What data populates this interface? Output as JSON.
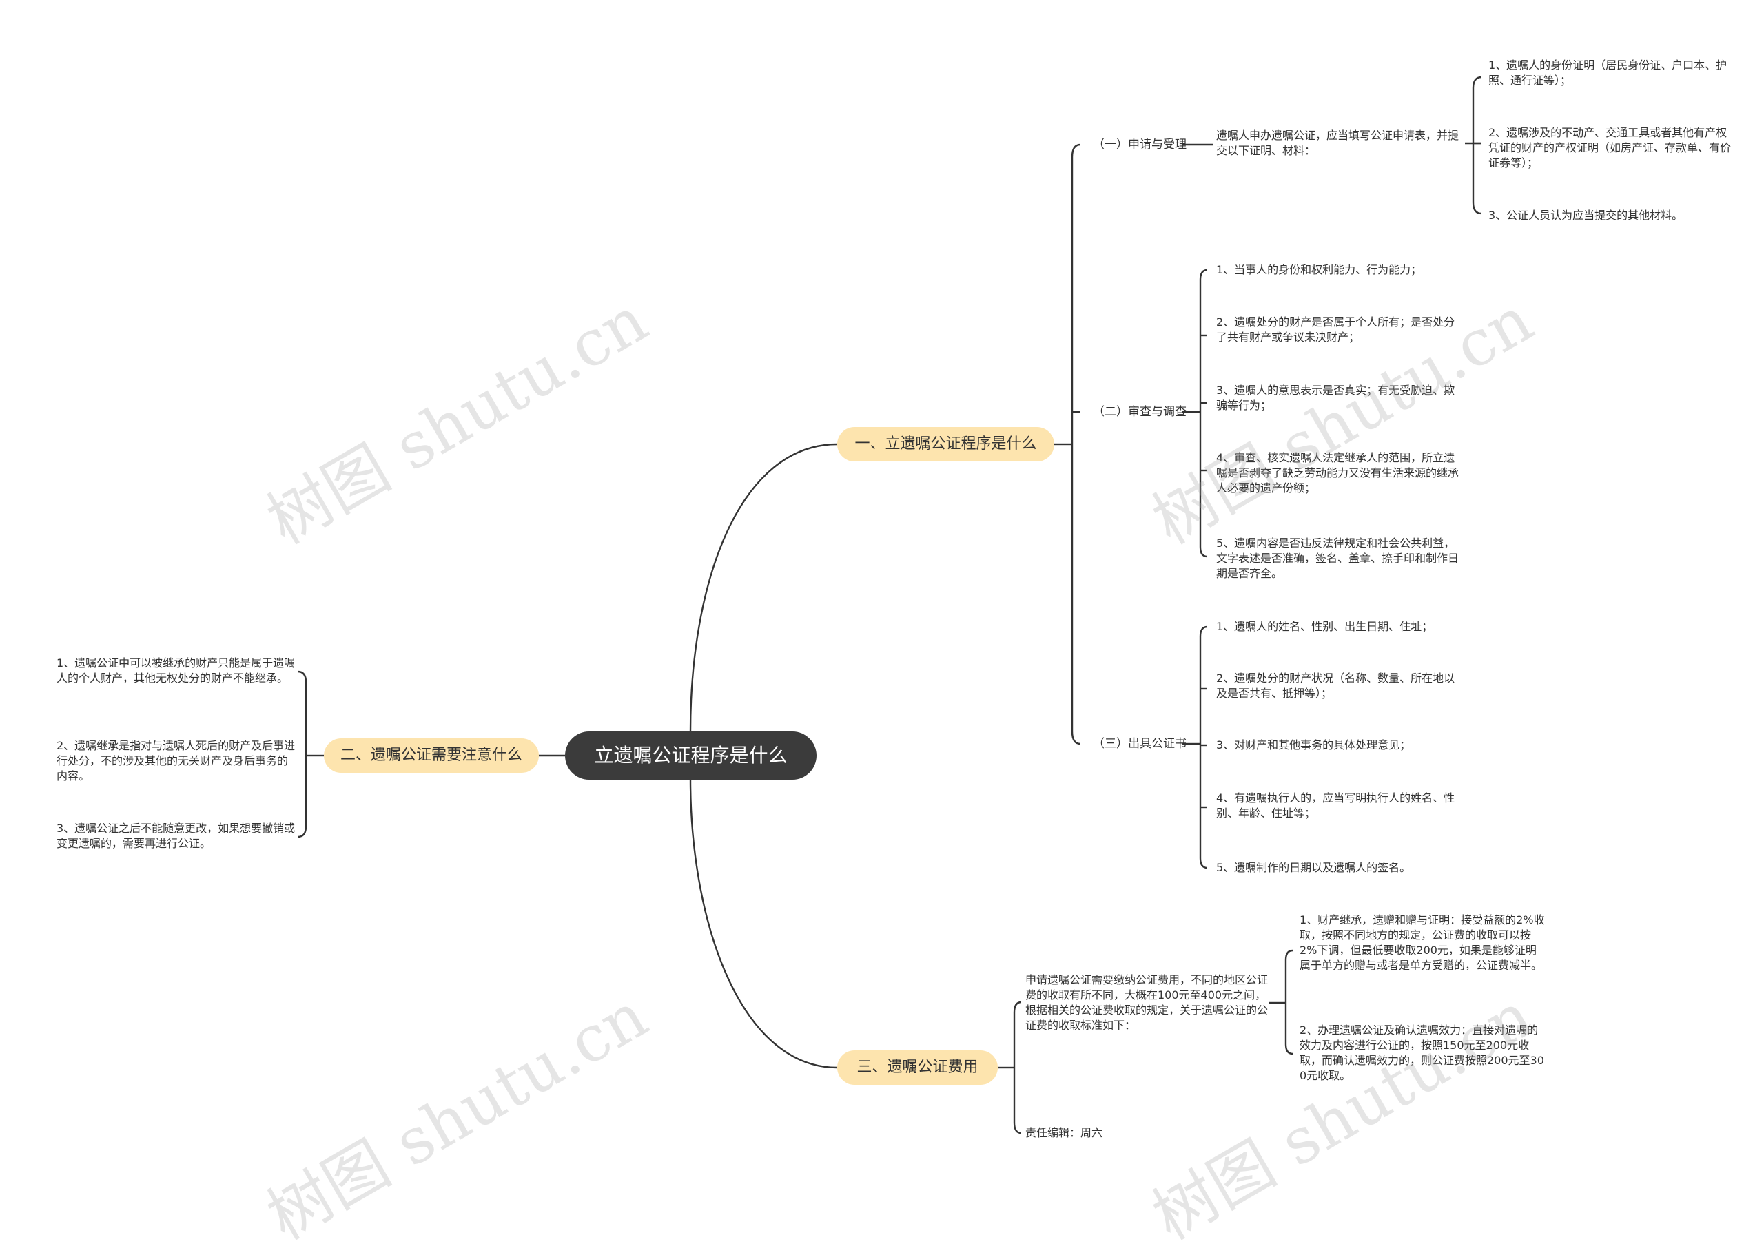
{
  "root": "立遗嘱公证程序是什么",
  "branch1": {
    "label": "一、立遗嘱公证程序是什么",
    "s1": {
      "label": "（一）申请与受理",
      "desc": "遗嘱人申办遗嘱公证，应当填写公证申请表，并提交以下证明、材料：",
      "items": [
        "1、遗嘱人的身份证明（居民身份证、户口本、护照、通行证等）；",
        "2、遗嘱涉及的不动产、交通工具或者其他有产权凭证的财产的产权证明（如房产证、存款单、有价证券等）；",
        "3、公证人员认为应当提交的其他材料。"
      ]
    },
    "s2": {
      "label": "（二）审查与调查",
      "items": [
        "1、当事人的身份和权利能力、行为能力；",
        "2、遗嘱处分的财产是否属于个人所有；是否处分了共有财产或争议未决财产；",
        "3、遗嘱人的意思表示是否真实；有无受胁迫、欺骗等行为；",
        "4、审查、核实遗嘱人法定继承人的范围，所立遗嘱是否剥夺了缺乏劳动能力又没有生活来源的继承人必要的遗产份额；",
        "5、遗嘱内容是否违反法律规定和社会公共利益，文字表述是否准确，签名、盖章、捺手印和制作日期是否齐全。"
      ]
    },
    "s3": {
      "label": "（三）出具公证书",
      "items": [
        "1、遗嘱人的姓名、性别、出生日期、住址；",
        "2、遗嘱处分的财产状况（名称、数量、所在地以及是否共有、抵押等）；",
        "3、对财产和其他事务的具体处理意见；",
        "4、有遗嘱执行人的，应当写明执行人的姓名、性别、年龄、住址等；",
        "5、遗嘱制作的日期以及遗嘱人的签名。"
      ]
    }
  },
  "branch2": {
    "label": "二、遗嘱公证需要注意什么",
    "items": [
      "1、遗嘱公证中可以被继承的财产只能是属于遗嘱人的个人财产，其他无权处分的财产不能继承。",
      "2、遗嘱继承是指对与遗嘱人死后的财产及后事进行处分，不的涉及其他的无关财产及身后事务的内容。",
      "3、遗嘱公证之后不能随意更改，如果想要撤销或变更遗嘱的，需要再进行公证。"
    ]
  },
  "branch3": {
    "label": "三、遗嘱公证费用",
    "desc": "申请遗嘱公证需要缴纳公证费用，不同的地区公证费的收取有所不同，大概在100元至400元之间，根据相关的公证费收取的规定，关于遗嘱公证的公证费的收取标准如下：",
    "items": [
      "1、财产继承，遗赠和赠与证明：接受益额的2%收取，按照不同地方的规定，公证费的收取可以按2%下调，但最低要收取200元，如果是能够证明属于单方的赠与或者是单方受赠的，公证费减半。",
      "2、办理遗嘱公证及确认遗嘱效力：直接对遗嘱的效力及内容进行公证的，按照150元至200元收取，而确认遗嘱效力的，则公证费按照200元至300元收取。"
    ],
    "editor": "责任编辑：周六"
  },
  "watermark": "树图 shutu.cn",
  "colors": {
    "root_bg": "#3b3b3b",
    "branch_bg": "#fde4ae",
    "line": "#333333"
  }
}
